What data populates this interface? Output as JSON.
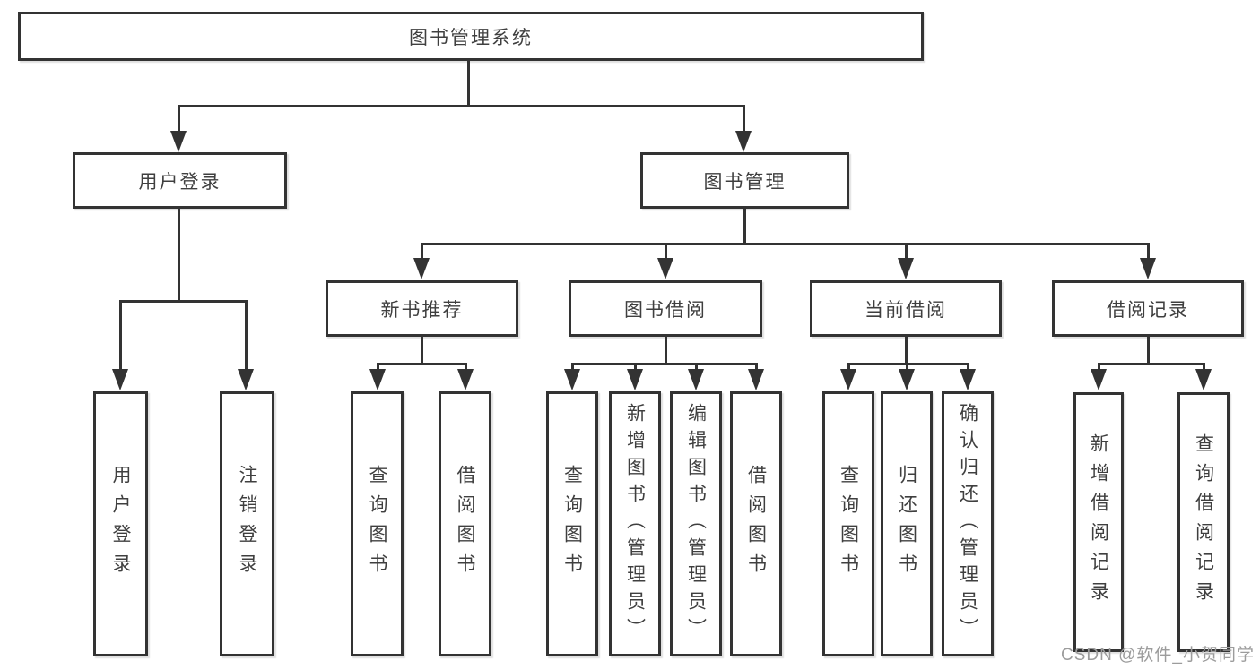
{
  "tree": {
    "root_label": "图书管理系统",
    "branches": [
      {
        "label": "用户登录",
        "children": [
          {
            "label": "用户登录"
          },
          {
            "label": "注销登录"
          }
        ]
      },
      {
        "label": "图书管理",
        "sections": [
          {
            "label": "新书推荐",
            "children": [
              {
                "label": "查询图书"
              },
              {
                "label": "借阅图书"
              }
            ]
          },
          {
            "label": "图书借阅",
            "children": [
              {
                "label": "查询图书"
              },
              {
                "label": "新增图书（管理员）"
              },
              {
                "label": "编辑图书（管理员）"
              },
              {
                "label": "借阅图书"
              }
            ]
          },
          {
            "label": "当前借阅",
            "children": [
              {
                "label": "查询图书"
              },
              {
                "label": "归还图书"
              },
              {
                "label": "确认归还（管理员）"
              }
            ]
          },
          {
            "label": "借阅记录",
            "children": [
              {
                "label": "新增借阅记录"
              },
              {
                "label": "查询借阅记录"
              }
            ]
          }
        ]
      }
    ]
  },
  "watermark": {
    "text": "CSDN @软件_小贺同学"
  },
  "colors": {
    "line": "#333333",
    "text": "#3f3f3f",
    "watermark": "#9c9c9c",
    "background": "#ffffff"
  }
}
